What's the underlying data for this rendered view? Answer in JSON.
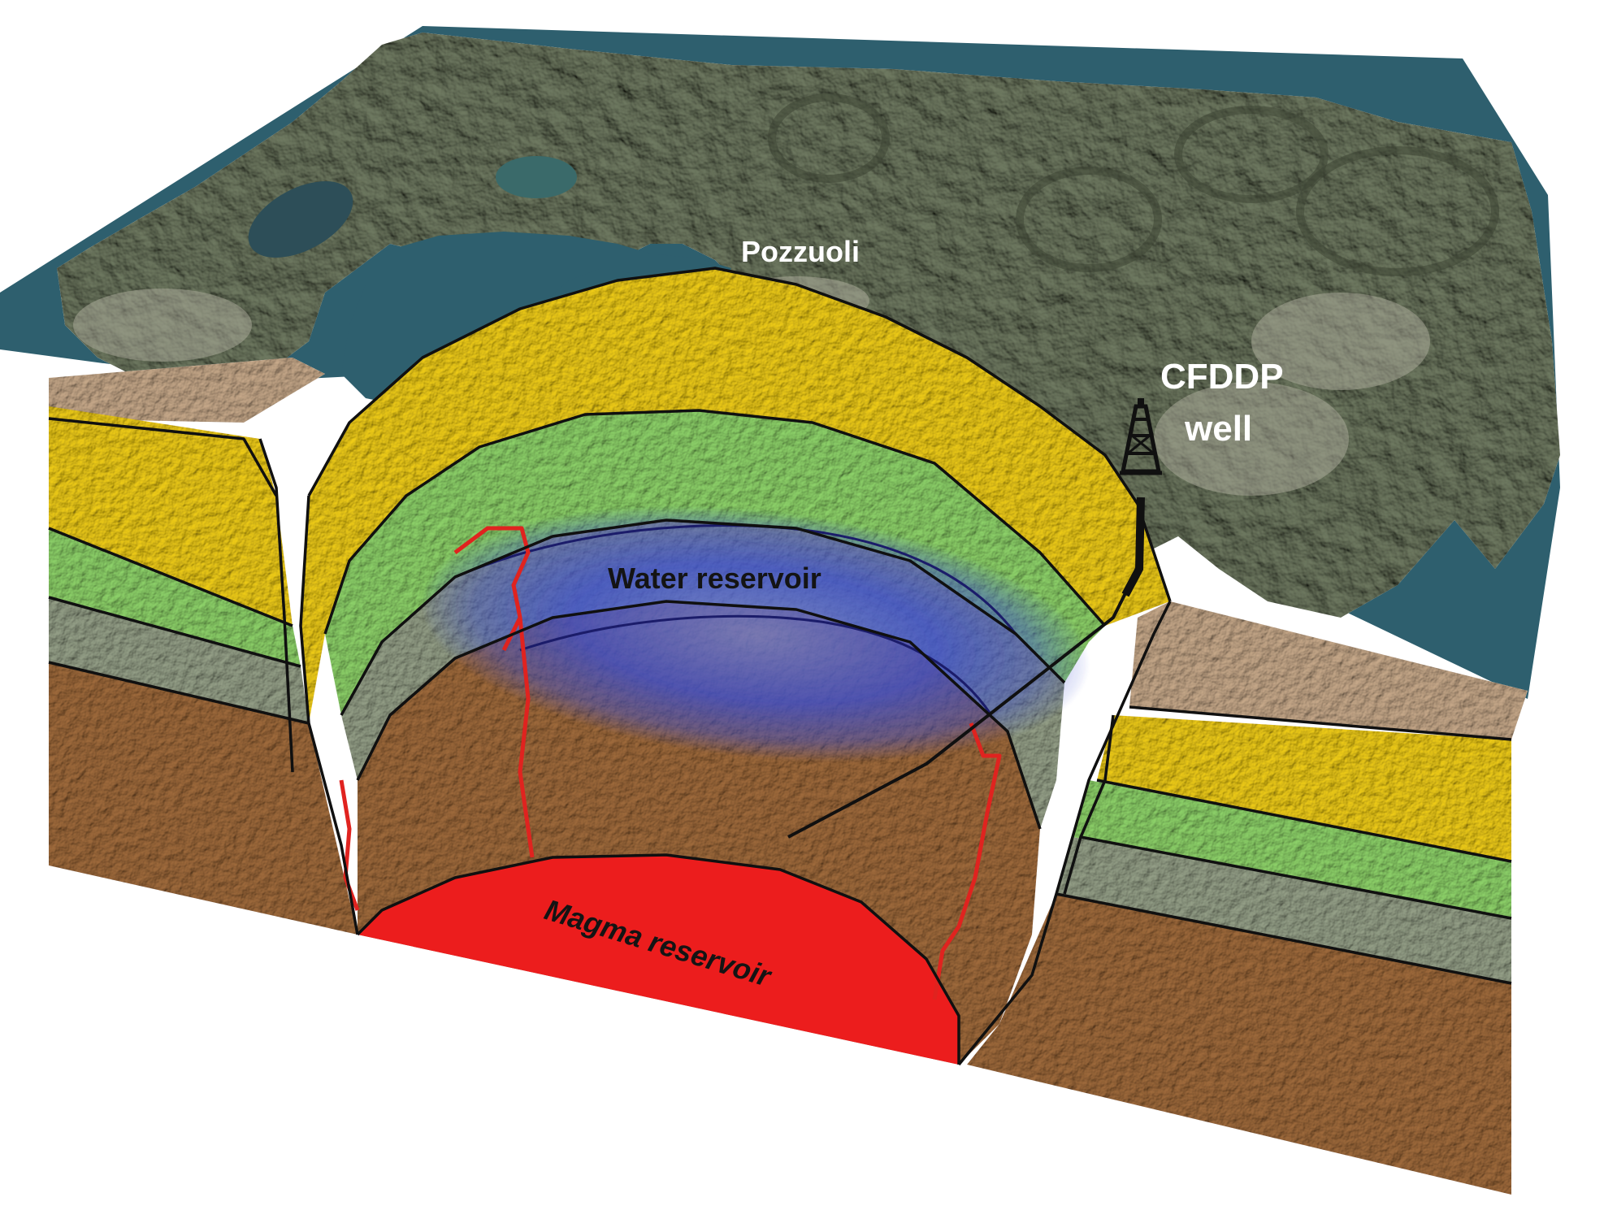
{
  "labels": {
    "town": "Pozzuoli",
    "well_line1": "CFDDP",
    "well_line2": "well",
    "water": "Water reservoir",
    "magma": "Magma reservoir"
  },
  "icons": {
    "well": "drilling-rig-icon"
  },
  "colors": {
    "sea": "#2e5f6e",
    "land": "#6f7a63",
    "yellow_layer": "#f0cd18",
    "green_layer": "#8ed36a",
    "grey_layer": "#95a088",
    "brown_layer": "#a06b3c",
    "tan_layer": "#c7a98a",
    "water_reservoir": "#3d4ed0",
    "magma_reservoir": "#ec1d1d",
    "fracture": "#e0231f",
    "outline": "#101010"
  }
}
